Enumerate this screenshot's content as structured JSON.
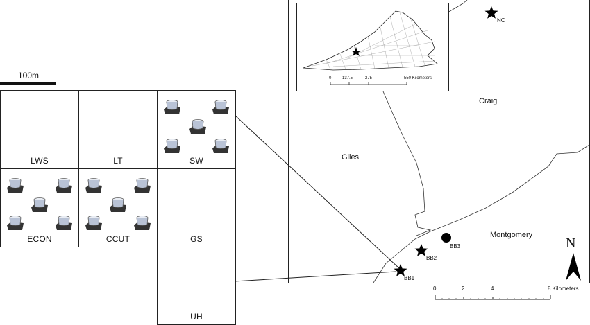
{
  "grid": {
    "scale_label": "100m",
    "plots": [
      {
        "id": "lws",
        "label": "LWS",
        "traps": false
      },
      {
        "id": "lt",
        "label": "LT",
        "traps": false
      },
      {
        "id": "sw",
        "label": "SW",
        "traps": true
      },
      {
        "id": "econ",
        "label": "ECON",
        "traps": true
      },
      {
        "id": "ccut",
        "label": "CCUT",
        "traps": true
      },
      {
        "id": "gs",
        "label": "GS",
        "traps": false
      },
      {
        "id": "uh",
        "label": "UH",
        "traps": false
      }
    ]
  },
  "map": {
    "counties": {
      "craig": "Craig",
      "giles": "Giles",
      "montgomery": "Montgomery"
    },
    "sites": {
      "nc": "NC",
      "bb1": "BB1",
      "bb2": "BB2",
      "bb3": "BB3"
    },
    "north_label": "N",
    "scale": {
      "ticks": [
        "0",
        "2",
        "4",
        "8 Kilometers"
      ]
    },
    "inset_scale": {
      "ticks": [
        "0",
        "137.5",
        "275",
        "550 Kilometers"
      ]
    }
  },
  "colors": {
    "line": "#222222",
    "trap_dark": "#333333",
    "trap_light": "#b9c3d6"
  },
  "icons": {
    "site_marker": "star-icon",
    "bb3_marker": "filled-circle-icon",
    "north": "north-arrow-icon",
    "trap": "trap-bucket-icon"
  }
}
